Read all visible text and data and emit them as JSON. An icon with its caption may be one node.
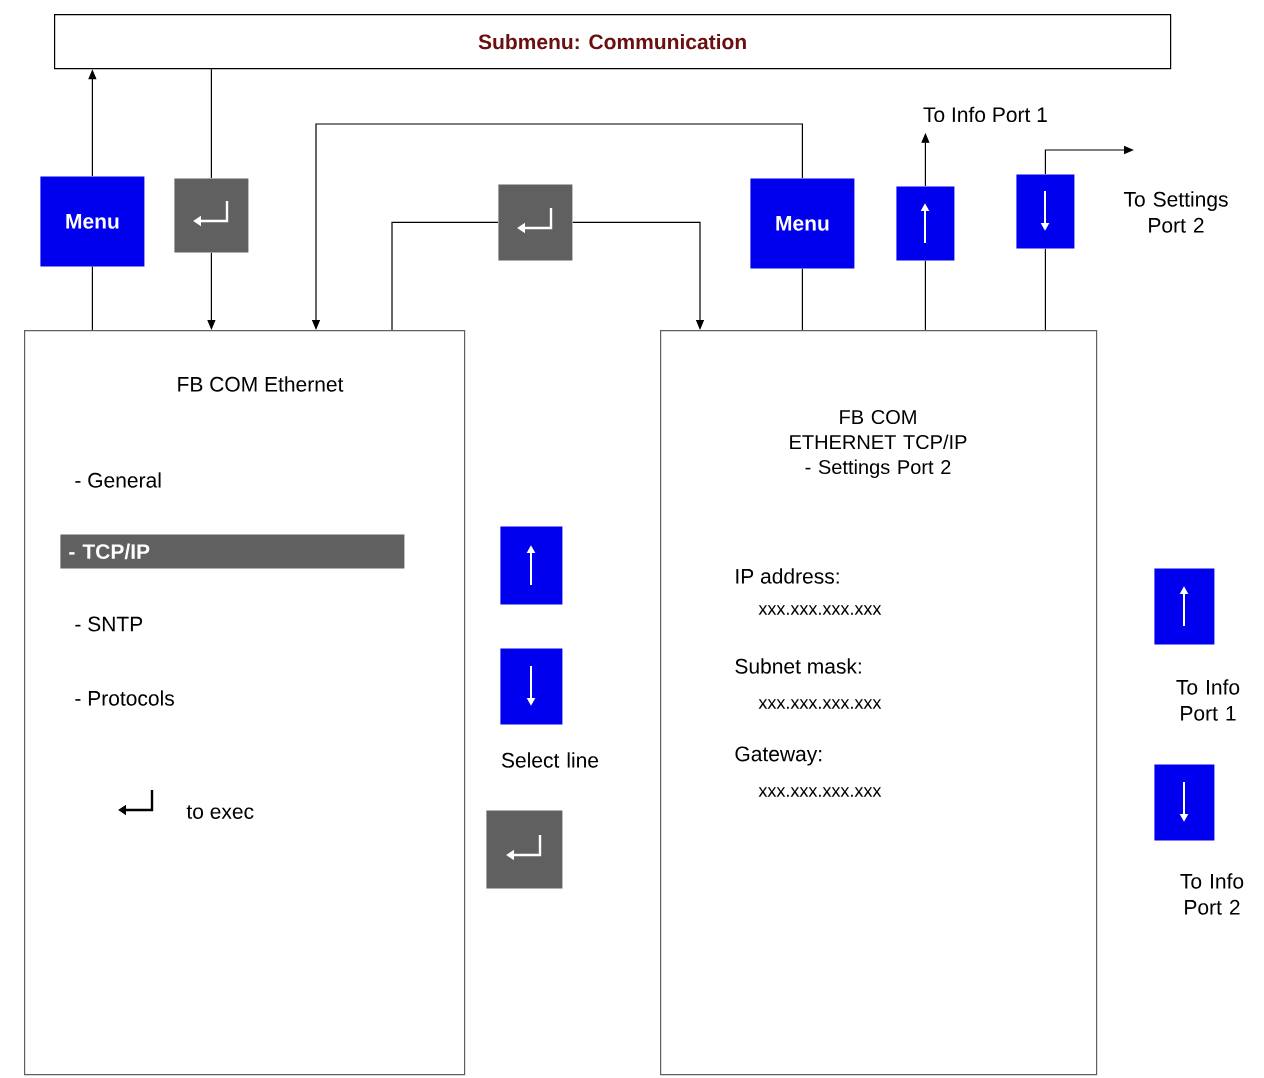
{
  "diagram": {
    "nodes": [
      {
        "text": [
          "Submenu: Communication"
        ]
      },
      {
        "text": [
          "Menu"
        ]
      },
      {
        "text": [],
        "shape": "box"
      },
      {
        "text": [],
        "shape": "box"
      },
      {
        "text": [
          "Menu"
        ]
      },
      {
        "text": [],
        "shape": "box"
      },
      {
        "text": [],
        "shape": "box"
      },
      {
        "text": [
          "To Info Port 1"
        ]
      },
      {
        "text": [
          "FB COM Ethernet",
          "- General",
          "- SNTP",
          "- Protocols",
          "to exec"
        ]
      },
      {
        "text": [
          "- TCP/IP"
        ],
        "in": 8
      },
      {
        "text": [
          "FB COM ETHERNET TCP/IP - Settings Port 2",
          "IP address:",
          "xxx.xxx.xxx.xxx",
          "Subnet mask:",
          "xxx.xxx.xxx.xxx",
          "Gateway:",
          "xxx.xxx.xxx.xxx"
        ]
      },
      {
        "text": [],
        "shape": "box"
      },
      {
        "text": [],
        "shape": "box",
        "beside": [
          "Select line"
        ]
      },
      {
        "text": [],
        "shape": "box"
      },
      {
        "text": [],
        "shape": "box",
        "beside": [
          "To Info Port 1"
        ]
      },
      {
        "text": [],
        "shape": "box",
        "beside": [
          "To Info Port 2"
        ]
      }
    ],
    "edges": [
      {
        "from": 8,
        "to": 1,
        "arrow": "none"
      },
      {
        "from": 1,
        "to": 0,
        "arrow": "to"
      },
      {
        "from": 0,
        "to": 2,
        "arrow": "none"
      },
      {
        "from": 2,
        "to": 8,
        "arrow": "to"
      },
      {
        "from": 10,
        "to": 4,
        "arrow": "none"
      },
      {
        "from": 4,
        "to": 8,
        "arrow": "to"
      },
      {
        "from": 8,
        "to": 3,
        "arrow": "none"
      },
      {
        "from": 3,
        "to": 10,
        "arrow": "to"
      },
      {
        "from": 10,
        "to": 5,
        "arrow": "none"
      },
      {
        "from": 5,
        "to": 7,
        "arrow": "to"
      },
      {
        "from": 10,
        "to": 6,
        "arrow": "none"
      },
      {
        "from": 6,
        "to": null,
        "arrow": "to"
      }
    ],
    "labels": [
      "To Settings Port 2"
    ]
  }
}
